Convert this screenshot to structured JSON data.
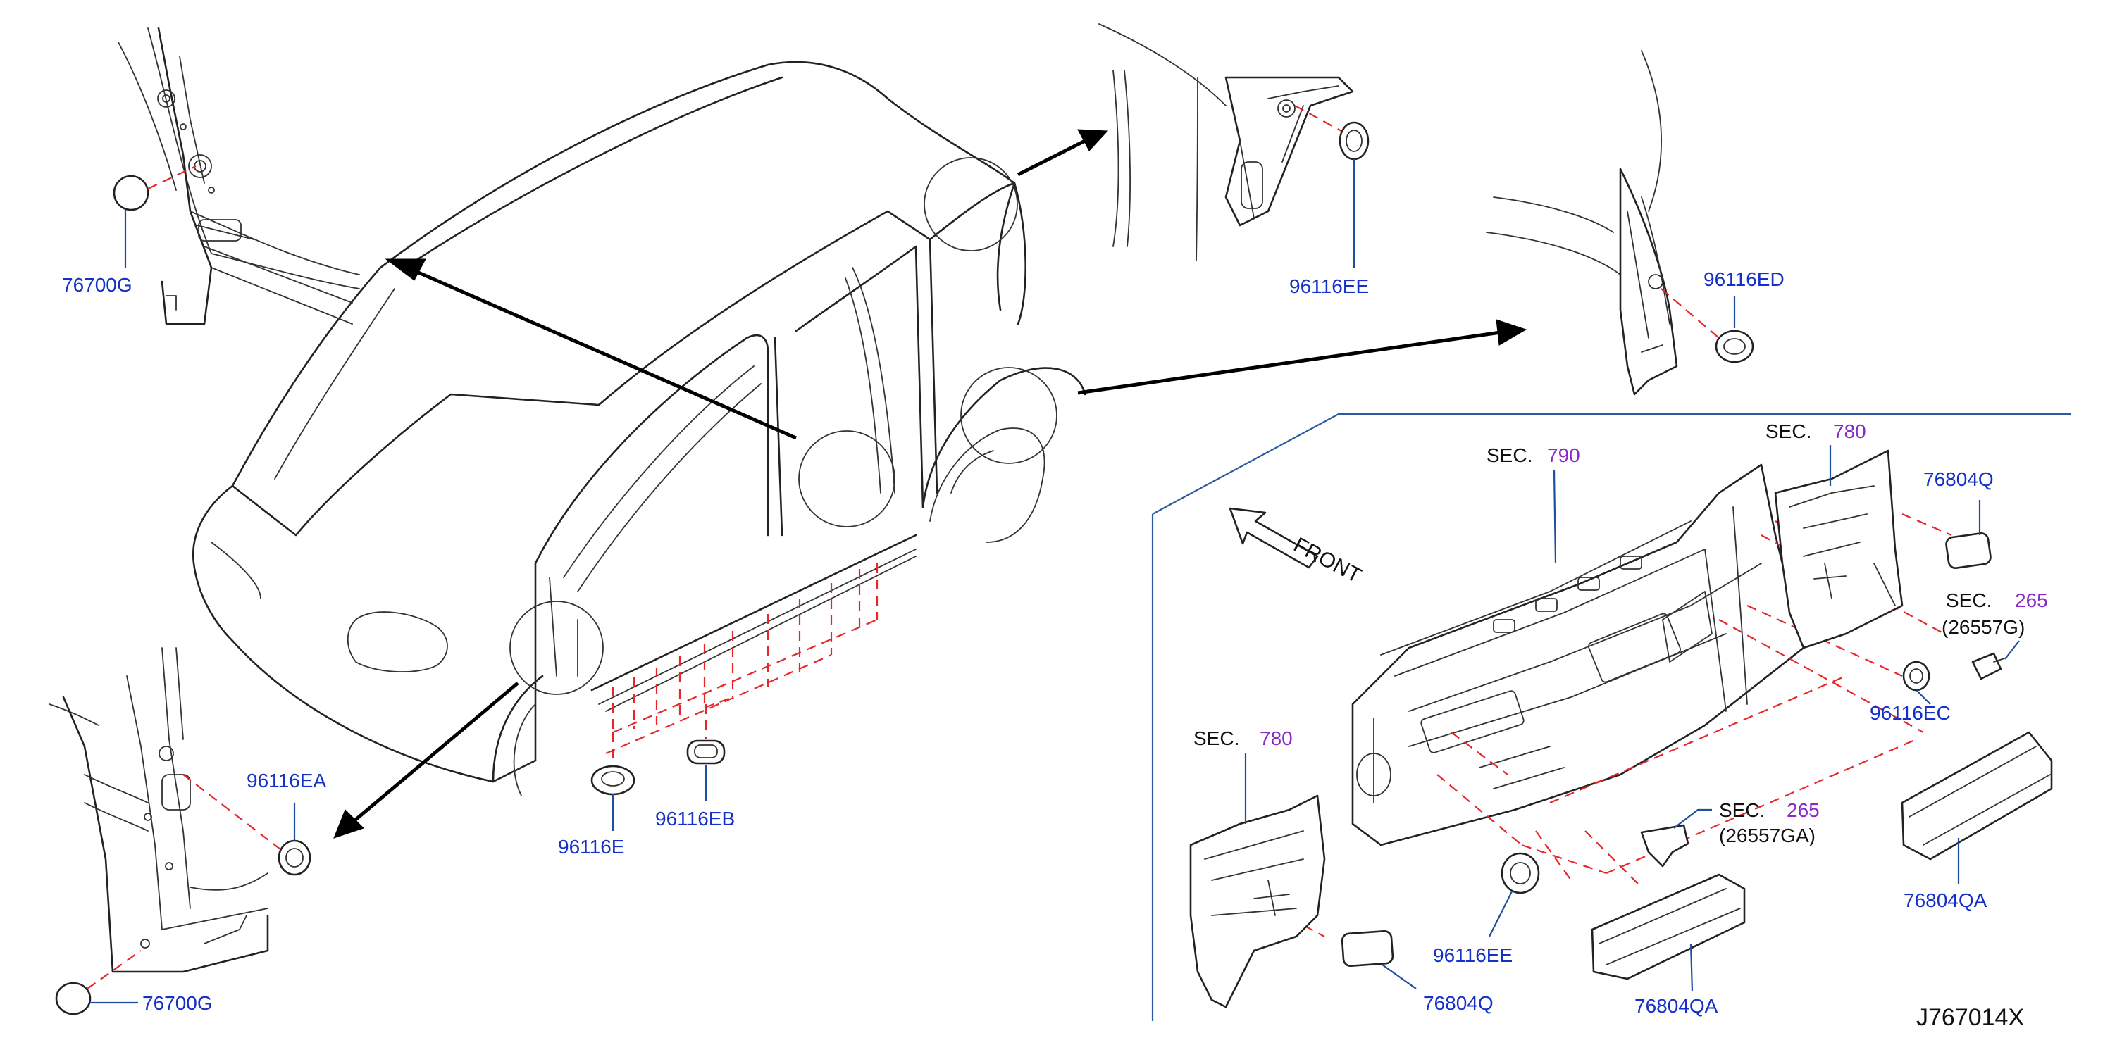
{
  "diagram_code": "J767014X",
  "front_label": "FRONT",
  "section_prefix": "SEC.",
  "sections": {
    "s790": "790",
    "s780_upper": "780",
    "s780_lower": "780",
    "s265_upper": "265",
    "s265_lower": "265"
  },
  "section_subs": {
    "s265_upper": "(26557G)",
    "s265_lower": "(26557GA)"
  },
  "part_numbers": {
    "p76700G_top": "76700G",
    "p96116EE_top": "96116EE",
    "p96116ED": "96116ED",
    "p96116EA": "96116EA",
    "p76700G_bottom": "76700G",
    "p96116E": "96116E",
    "p96116EB": "96116EB",
    "p76804Q_right": "76804Q",
    "p96116EC": "96116EC",
    "p96116EE_bottom": "96116EE",
    "p76804QA_right": "76804QA",
    "p76804QA_bottom": "76804QA",
    "p76804Q_bottom": "76804Q"
  },
  "colors": {
    "part_number_text": "#1530c8",
    "section_number_text": "#8a28c8",
    "leader_line": "#1f4e9c",
    "dashed_reference": "#e8262a",
    "panel_border": "#2c5aa0"
  }
}
